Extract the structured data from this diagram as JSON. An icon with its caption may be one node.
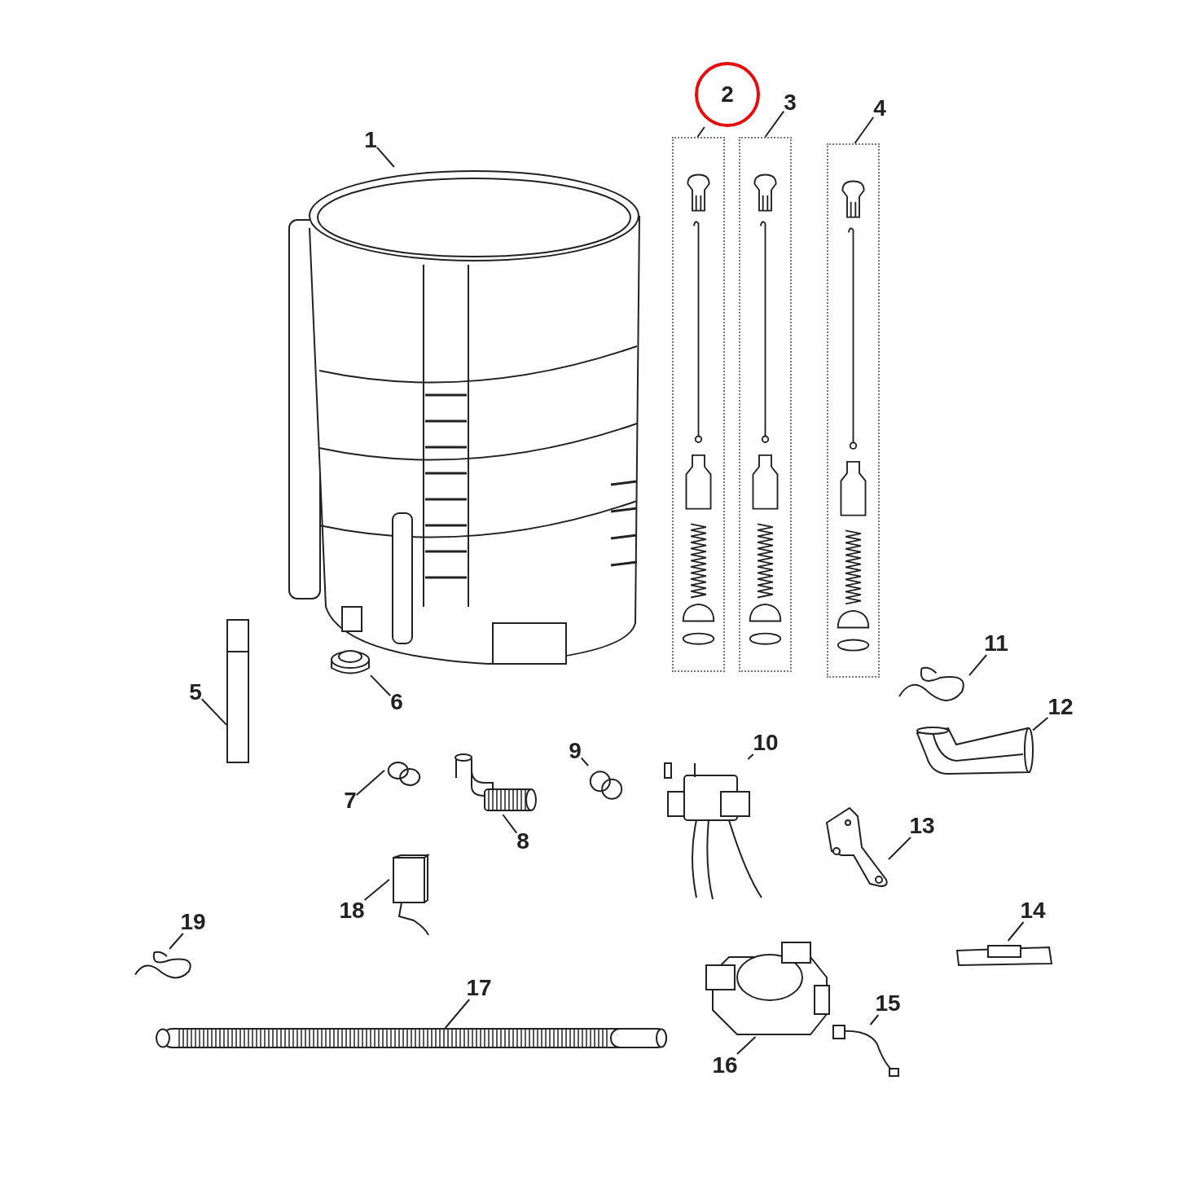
{
  "diagram": {
    "nodes": [
      {
        "text": [
          "1"
        ]
      },
      {
        "text": [],
        "shape": "picture"
      },
      {
        "text": [
          "2"
        ]
      },
      {
        "text": [],
        "shape": "picture"
      },
      {
        "text": [
          "3"
        ]
      },
      {
        "text": [],
        "shape": "picture"
      },
      {
        "text": [
          "4"
        ]
      },
      {
        "text": [],
        "shape": "picture"
      },
      {
        "text": [
          "5"
        ]
      },
      {
        "text": [],
        "shape": "picture"
      },
      {
        "text": [
          "6"
        ]
      },
      {
        "text": [],
        "shape": "picture"
      },
      {
        "text": [
          "7"
        ]
      },
      {
        "text": [],
        "shape": "picture"
      },
      {
        "text": [
          "8"
        ]
      },
      {
        "text": [],
        "shape": "picture"
      },
      {
        "text": [
          "9"
        ]
      },
      {
        "text": [],
        "shape": "picture"
      },
      {
        "text": [
          "10"
        ]
      },
      {
        "text": [],
        "shape": "picture"
      },
      {
        "text": [
          "11"
        ]
      },
      {
        "text": [],
        "shape": "picture"
      },
      {
        "text": [
          "12"
        ]
      },
      {
        "text": [],
        "shape": "picture"
      },
      {
        "text": [
          "13"
        ]
      },
      {
        "text": [],
        "shape": "picture"
      },
      {
        "text": [
          "14"
        ]
      },
      {
        "text": [],
        "shape": "picture"
      },
      {
        "text": [
          "15"
        ]
      },
      {
        "text": [],
        "shape": "picture"
      },
      {
        "text": [
          "16"
        ]
      },
      {
        "text": [],
        "shape": "picture"
      },
      {
        "text": [
          "17"
        ]
      },
      {
        "text": [],
        "shape": "picture"
      },
      {
        "text": [
          "18"
        ]
      },
      {
        "text": [],
        "shape": "picture"
      },
      {
        "text": [
          "19"
        ]
      },
      {
        "text": [],
        "shape": "picture"
      }
    ],
    "edges": [
      {
        "from": 0,
        "to": 1,
        "arrow": "none"
      },
      {
        "from": 2,
        "to": 3,
        "arrow": "none"
      },
      {
        "from": 4,
        "to": 5,
        "arrow": "none"
      },
      {
        "from": 6,
        "to": 7,
        "arrow": "none"
      },
      {
        "from": 8,
        "to": 9,
        "arrow": "none"
      },
      {
        "from": 10,
        "to": 11,
        "arrow": "none"
      },
      {
        "from": 12,
        "to": 13,
        "arrow": "none"
      },
      {
        "from": 14,
        "to": 15,
        "arrow": "none"
      },
      {
        "from": 16,
        "to": 17,
        "arrow": "none"
      },
      {
        "from": 18,
        "to": 19,
        "arrow": "none"
      },
      {
        "from": 20,
        "to": 21,
        "arrow": "none"
      },
      {
        "from": 22,
        "to": 23,
        "arrow": "none"
      },
      {
        "from": 24,
        "to": 25,
        "arrow": "none"
      },
      {
        "from": 26,
        "to": 27,
        "arrow": "none"
      },
      {
        "from": 28,
        "to": 29,
        "arrow": "none"
      },
      {
        "from": 30,
        "to": 31,
        "arrow": "none"
      },
      {
        "from": 32,
        "to": 33,
        "arrow": "none"
      },
      {
        "from": 34,
        "to": 35,
        "arrow": "none"
      },
      {
        "from": 36,
        "to": 37,
        "arrow": "none"
      }
    ]
  }
}
